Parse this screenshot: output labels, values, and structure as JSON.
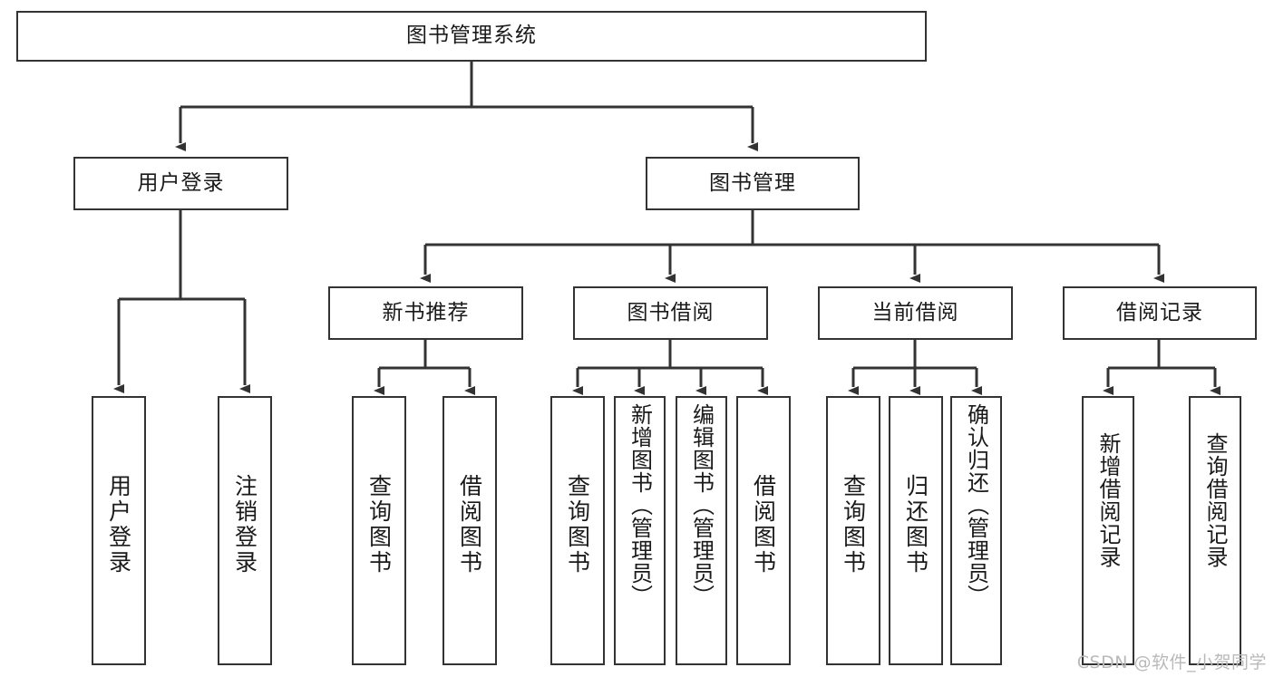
{
  "diagram": {
    "title": "图书管理系统",
    "type": "functional-structure-tree",
    "watermark": "CSDN @软件_小贺同学",
    "colors": {
      "stroke": "#333333",
      "fill": "#ffffff",
      "text": "#1a1a1a",
      "watermark": "#b9b9b9"
    },
    "levels": {
      "root": {
        "label": "图书管理系统"
      },
      "level2": [
        {
          "id": "user-login",
          "label": "用户登录"
        },
        {
          "id": "book-manage",
          "label": "图书管理"
        }
      ],
      "level3": [
        {
          "id": "new-book-rec",
          "label": "新书推荐",
          "parent": "book-manage"
        },
        {
          "id": "book-borrow",
          "label": "图书借阅",
          "parent": "book-manage"
        },
        {
          "id": "current-borrow",
          "label": "当前借阅",
          "parent": "book-manage"
        },
        {
          "id": "borrow-record",
          "label": "借阅记录",
          "parent": "book-manage"
        }
      ],
      "leaves": [
        {
          "id": "leaf-user-login",
          "label": "用户登录",
          "parent": "user-login"
        },
        {
          "id": "leaf-logout",
          "label": "注销登录",
          "parent": "user-login"
        },
        {
          "id": "leaf-query-book-1",
          "label": "查询图书",
          "parent": "new-book-rec"
        },
        {
          "id": "leaf-borrow-book-1",
          "label": "借阅图书",
          "parent": "new-book-rec"
        },
        {
          "id": "leaf-query-book-2",
          "label": "查询图书",
          "parent": "book-borrow"
        },
        {
          "id": "leaf-add-book",
          "label": "新增图书（管理员）",
          "parent": "book-borrow"
        },
        {
          "id": "leaf-edit-book",
          "label": "编辑图书（管理员）",
          "parent": "book-borrow"
        },
        {
          "id": "leaf-borrow-book-2",
          "label": "借阅图书",
          "parent": "book-borrow"
        },
        {
          "id": "leaf-query-book-3",
          "label": "查询图书",
          "parent": "current-borrow"
        },
        {
          "id": "leaf-return-book",
          "label": "归还图书",
          "parent": "current-borrow"
        },
        {
          "id": "leaf-confirm-return",
          "label": "确认归还（管理员）",
          "parent": "current-borrow"
        },
        {
          "id": "leaf-add-record",
          "label": "新增借阅记录",
          "parent": "borrow-record"
        },
        {
          "id": "leaf-query-record",
          "label": "查询借阅记录",
          "parent": "borrow-record"
        }
      ]
    }
  }
}
